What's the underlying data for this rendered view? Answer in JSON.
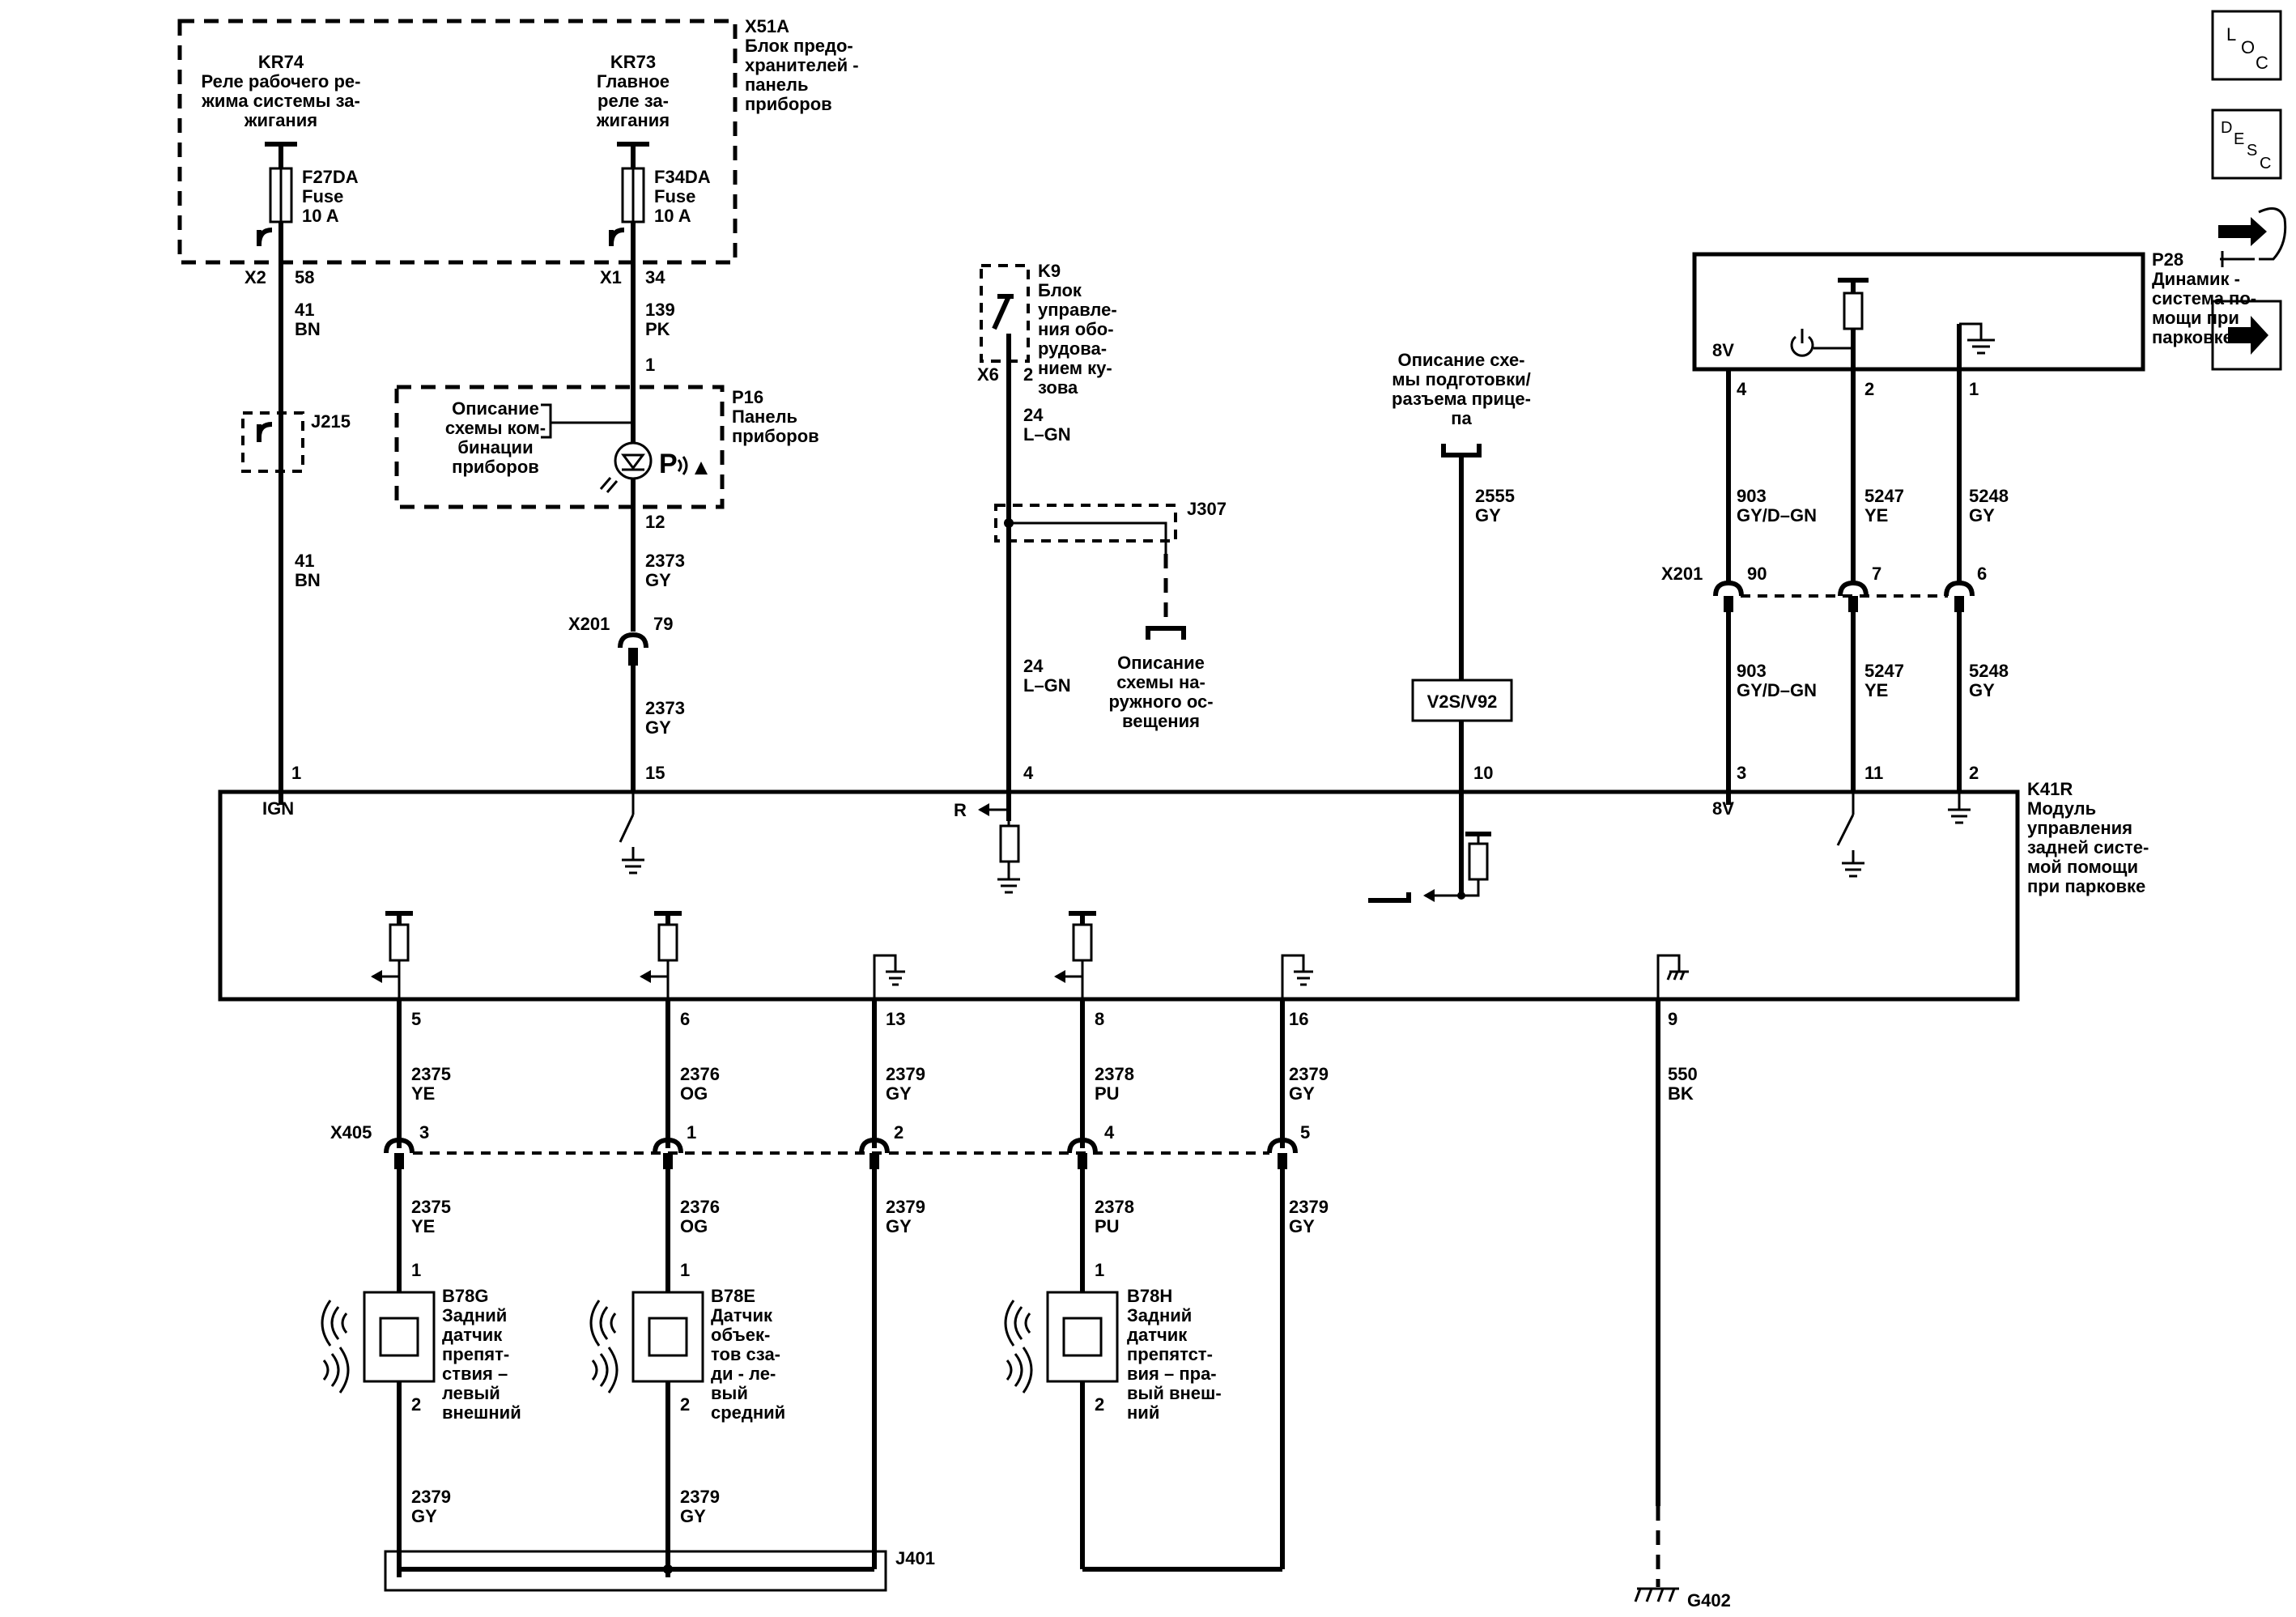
{
  "nav": {
    "loc_top": "L",
    "loc_o": "O",
    "loc_c": "C",
    "desc_d": "D",
    "desc_e": "E",
    "desc_s": "S",
    "desc_c": "C"
  },
  "fuse_block": {
    "id": "X51A",
    "lines": [
      "Блок предо-",
      "хранителей -",
      "панель",
      "приборов"
    ]
  },
  "relay_kr74": {
    "id": "KR74",
    "lines": [
      "Реле рабочего ре-",
      "жима системы за-",
      "жигания"
    ]
  },
  "relay_kr73": {
    "id": "KR73",
    "lines": [
      "Главное",
      "реле за-",
      "жигания"
    ]
  },
  "fuse_f27da": {
    "id": "F27DA",
    "type": "Fuse",
    "rating": "10 A"
  },
  "fuse_f34da": {
    "id": "F34DA",
    "type": "Fuse",
    "rating": "10 A"
  },
  "k9": {
    "id": "K9",
    "lines": [
      "Блок",
      "управле-",
      "ния обо-",
      "рудова-",
      "нием ку-",
      "зова"
    ],
    "connector": "X6",
    "pin": "2"
  },
  "p28": {
    "id": "P28",
    "lines": [
      "Динамик -",
      "система по-",
      "мощи при",
      "парковке"
    ],
    "label_8v": "8V",
    "pins": [
      "4",
      "2",
      "1"
    ]
  },
  "p16": {
    "id": "P16",
    "lines": [
      "Панель",
      "приборов"
    ],
    "desc": [
      "Описание",
      "схемы ком-",
      "бинации",
      "приборов"
    ],
    "pin_top": "1",
    "pin_bottom": "12"
  },
  "j215": "J215",
  "j307": "J307",
  "j401": "J401",
  "g402": "G402",
  "v2s": "V2S/V92",
  "trailer_desc": [
    "Описание схе-",
    "мы подготовки/",
    "разъема прице-",
    "па"
  ],
  "ext_light_desc": [
    "Описание",
    "схемы на-",
    "ружного ос-",
    "вещения"
  ],
  "k41r": {
    "id": "K41R",
    "lines": [
      "Модуль",
      "управления",
      "задней систе-",
      "мой помощи",
      "при парковке"
    ],
    "ign": "IGN",
    "r": "R",
    "label_8v": "8V"
  },
  "connectors": {
    "x2": "X2",
    "x2_pin": "58",
    "x1": "X1",
    "x1_pin": "34",
    "x201_left": "X201",
    "x201_left_pin": "79",
    "x201_right": "X201",
    "x201_right_pins": [
      "90",
      "7",
      "6"
    ],
    "x405": "X405",
    "x405_pins": [
      "3",
      "1",
      "2",
      "4",
      "5"
    ]
  },
  "k41r_top_pins": [
    "1",
    "15",
    "4",
    "10",
    "3",
    "11",
    "2"
  ],
  "k41r_bottom_pins": [
    "5",
    "6",
    "13",
    "8",
    "16",
    "9"
  ],
  "wires": {
    "w41bn": [
      "41",
      "BN"
    ],
    "w139pk": [
      "139",
      "PK"
    ],
    "w2373gy": [
      "2373",
      "GY"
    ],
    "w24lgn": [
      "24",
      "L–GN"
    ],
    "w2555gy": [
      "2555",
      "GY"
    ],
    "w903": [
      "903",
      "GY/D–GN"
    ],
    "w5247": [
      "5247",
      "YE"
    ],
    "w5248": [
      "5248",
      "GY"
    ],
    "w2375": [
      "2375",
      "YE"
    ],
    "w2376": [
      "2376",
      "OG"
    ],
    "w2379": [
      "2379",
      "GY"
    ],
    "w2378": [
      "2378",
      "PU"
    ],
    "w550": [
      "550",
      "BK"
    ]
  },
  "sensors": {
    "b78g": {
      "id": "B78G",
      "lines": [
        "Задний",
        "датчик",
        "препят-",
        "ствия –",
        "левый",
        "внешний"
      ],
      "pin1": "1",
      "pin2": "2"
    },
    "b78e": {
      "id": "B78E",
      "lines": [
        "Датчик",
        "объек-",
        "тов сза-",
        "ди - ле-",
        "вый",
        "средний"
      ],
      "pin1": "1",
      "pin2": "2"
    },
    "b78h": {
      "id": "B78H",
      "lines": [
        "Задний",
        "датчик",
        "препятст-",
        "вия – пра-",
        "вый внеш-",
        "ний"
      ],
      "pin1": "1",
      "pin2": "2"
    }
  }
}
